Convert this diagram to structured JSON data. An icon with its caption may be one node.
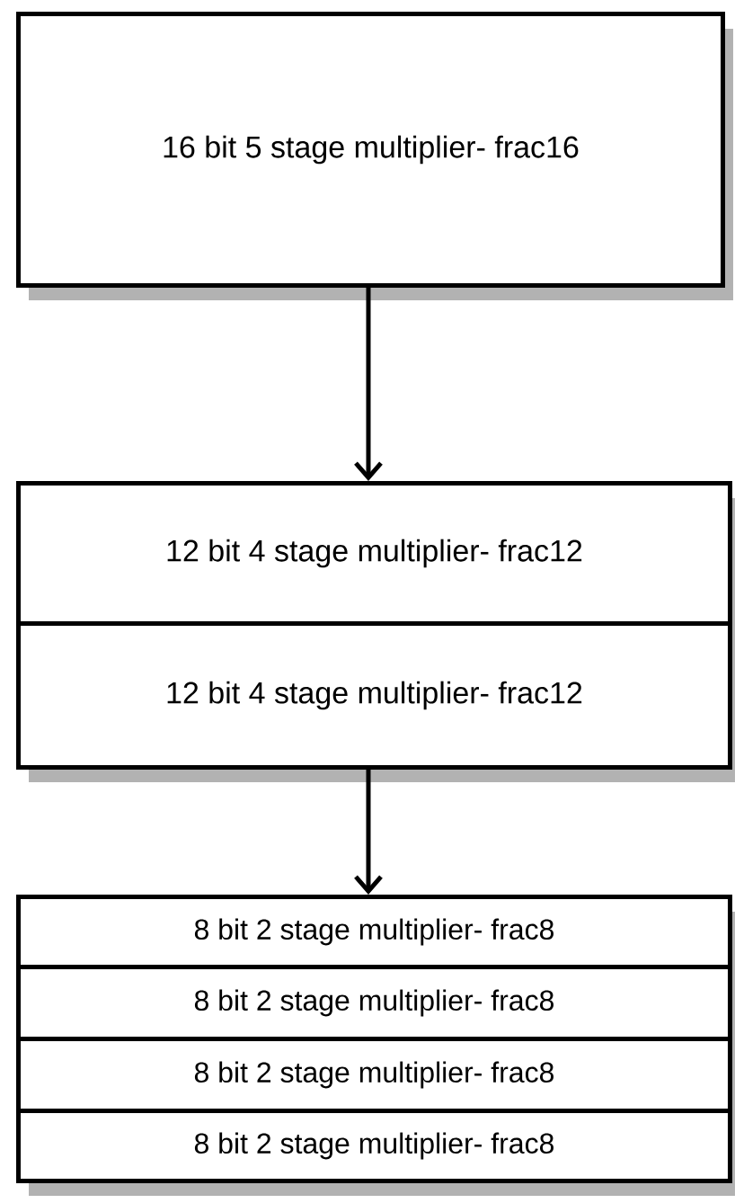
{
  "diagram": {
    "nodes": [
      {
        "text": [
          "16 bit 5 stage multiplier-  frac16"
        ]
      },
      {
        "text": [
          "12 bit 4 stage multiplier-  frac12"
        ]
      },
      {
        "text": [
          "12 bit 4 stage multiplier-  frac12"
        ]
      },
      {
        "text": [
          "8 bit 2 stage multiplier-  frac8"
        ]
      },
      {
        "text": [
          "8 bit 2 stage multiplier-  frac8"
        ]
      },
      {
        "text": [
          "8 bit 2 stage multiplier-  frac8"
        ]
      },
      {
        "text": [
          "8 bit 2 stage multiplier-  frac8"
        ]
      }
    ],
    "edges": [
      {
        "from": 0,
        "to": 1,
        "arrow": "to"
      },
      {
        "from": 2,
        "to": 3,
        "arrow": "to"
      }
    ]
  }
}
